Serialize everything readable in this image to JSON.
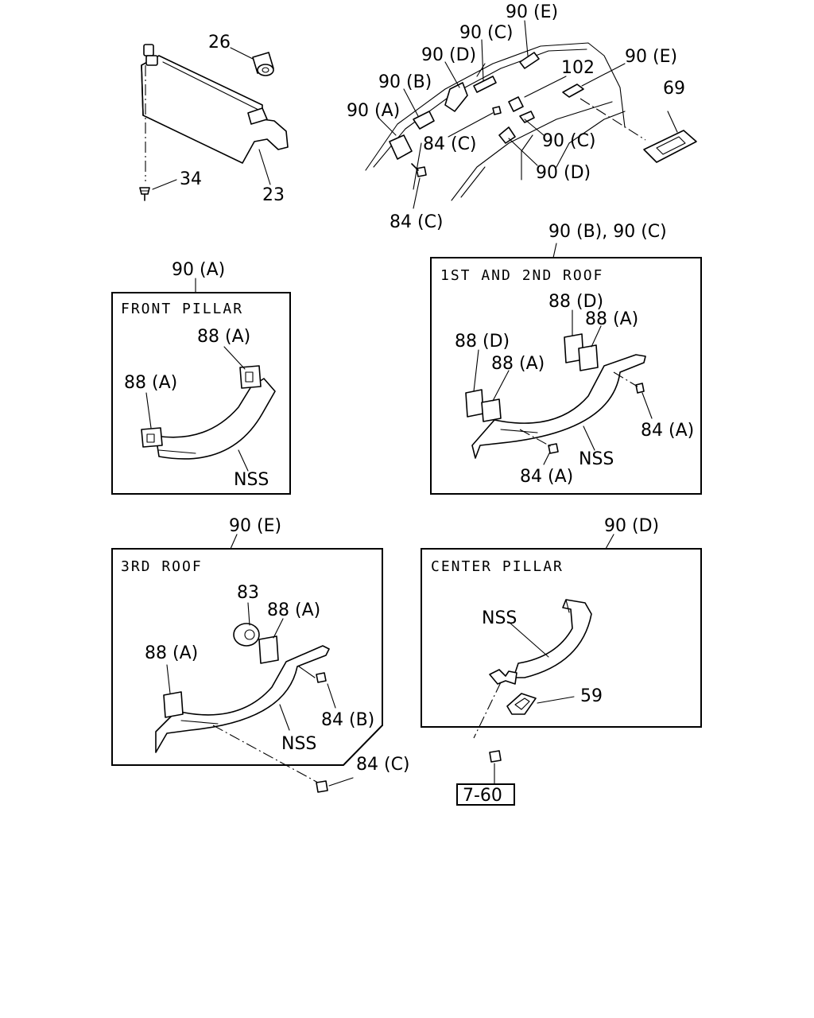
{
  "callouts": {
    "c26": "26",
    "c34": "34",
    "c23": "23",
    "c90e_top": "90 (E)",
    "c90c_top": "90 (C)",
    "c90d_top": "90 (D)",
    "c90b_top": "90 (B)",
    "c90a_top": "90 (A)",
    "c102": "102",
    "c90e_right": "90 (E)",
    "c69": "69",
    "c84c_mid": "84 (C)",
    "c90c_mid": "90 (C)",
    "c90d_mid": "90 (D)",
    "c84c_low": "84 (C)"
  },
  "panels": {
    "front_pillar": {
      "ref": "90 (A)",
      "title": "FRONT PILLAR",
      "label_88a_top": "88 (A)",
      "label_88a_left": "88 (A)",
      "label_nss": "NSS"
    },
    "roof_12": {
      "ref": "90 (B), 90 (C)",
      "title": "1ST AND 2ND ROOF",
      "label_88d_top": "88 (D)",
      "label_88a_top": "88 (A)",
      "label_88d_left": "88 (D)",
      "label_88a_mid": "88 (A)",
      "label_84a_right": "84 (A)",
      "label_nss": "NSS",
      "label_84a_bottom": "84 (A)"
    },
    "roof_3": {
      "ref": "90 (E)",
      "title": "3RD ROOF",
      "label_83": "83",
      "label_88a_top": "88 (A)",
      "label_88a_left": "88 (A)",
      "label_84b": "84 (B)",
      "label_nss": "NSS",
      "label_84c": "84 (C)"
    },
    "center_pillar": {
      "ref": "90 (D)",
      "title": "CENTER PILLAR",
      "label_nss": "NSS",
      "label_59": "59",
      "label_ref": "7-60"
    }
  }
}
